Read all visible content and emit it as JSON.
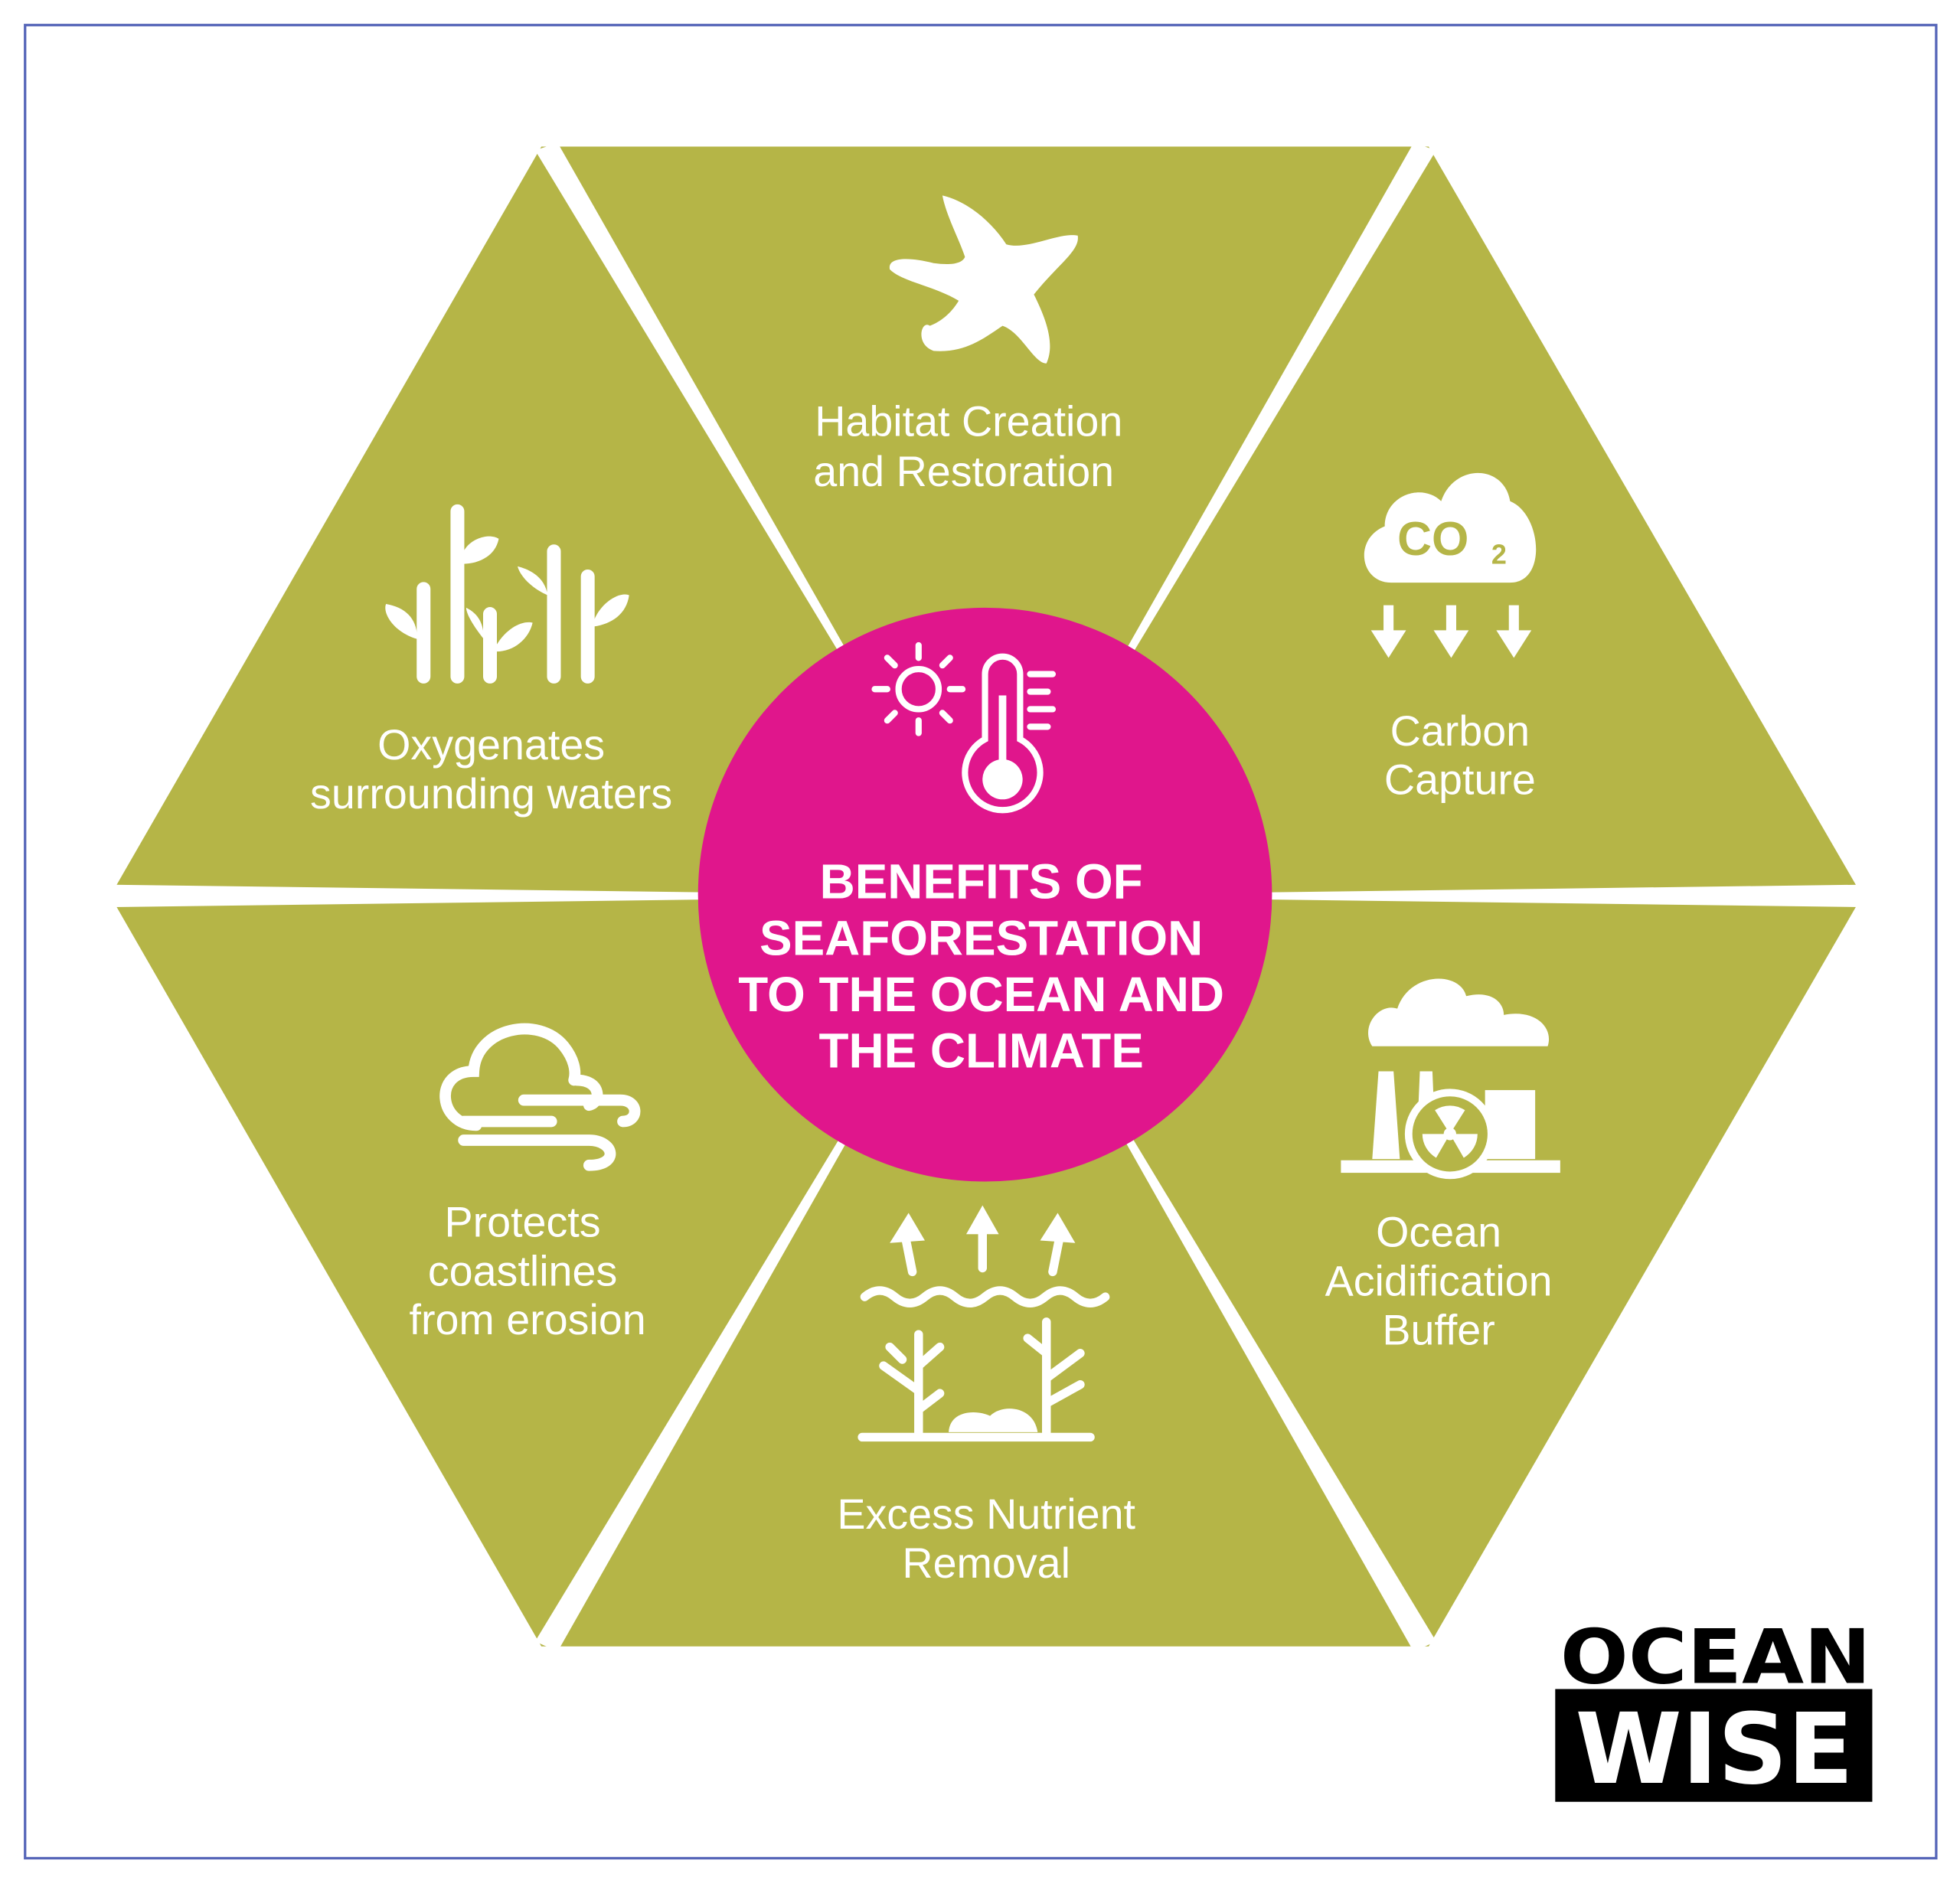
{
  "title": [
    "BENEFITS OF",
    "SEAFORESTATION",
    "TO THE OCEAN AND",
    "THE CLIMATE"
  ],
  "segments": [
    {
      "icon": "starfish-icon",
      "lines": [
        "Habitat Creation",
        "and Restoration"
      ]
    },
    {
      "icon": "co2-cloud-icon",
      "lines": [
        "Carbon",
        "Capture"
      ]
    },
    {
      "icon": "factory-icon",
      "lines": [
        "Ocean",
        "Acidification",
        "Buffer"
      ]
    },
    {
      "icon": "seaweed-arrows-icon",
      "lines": [
        "Excess Nutrient",
        "Removal"
      ]
    },
    {
      "icon": "cloud-wind-icon",
      "lines": [
        "Protects",
        "coastlines",
        "from erosion"
      ]
    },
    {
      "icon": "kelp-icon",
      "lines": [
        "Oxygenates",
        "surrounding waters"
      ]
    }
  ],
  "co2_label": "CO",
  "co2_sub": "2",
  "logo": {
    "line1": "OCEAN",
    "line2": "WISE"
  },
  "colors": {
    "hex": "#b5b547",
    "center": "#e0168c",
    "border": "#5565b8",
    "logo": "#000000"
  }
}
